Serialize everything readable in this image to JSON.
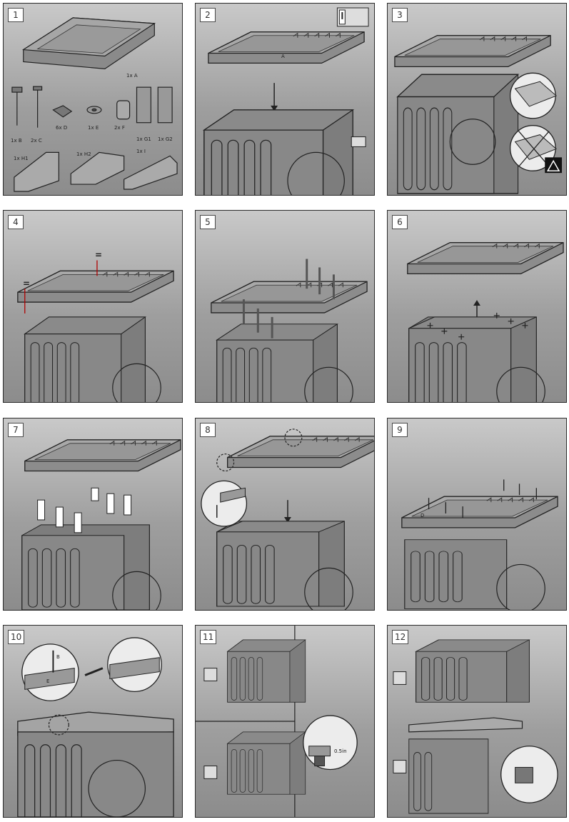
{
  "steps": [
    "1",
    "2",
    "3",
    "4",
    "5",
    "6",
    "7",
    "8",
    "9",
    "10",
    "11",
    "12"
  ],
  "parts": {
    "a": "1x A",
    "b": "1x B",
    "c": "2x C",
    "d": "6x D",
    "e": "1x E",
    "f": "2x F",
    "g1": "1x G1",
    "g2": "1x G2",
    "h1": "1x H1",
    "h2": "1x H2",
    "i": "1x I"
  },
  "labels": {
    "step2_part": "A",
    "step4_equal_left": "=",
    "step4_equal_right": "=",
    "step9_part": "D",
    "step10_part_b": "B",
    "step10_part_e": "E",
    "step11_measure": "0.5in"
  },
  "icons": {
    "step2_top": "read-instructions-warning-icon",
    "step2_side": "washing-machine-icon",
    "step3_warning": "warning-triangle-icon",
    "step11_top": "dryer-icon",
    "step11_bottom": "dryer-icon",
    "step12_top": "dryer-icon",
    "step12_bottom": "washing-machine-icon"
  }
}
